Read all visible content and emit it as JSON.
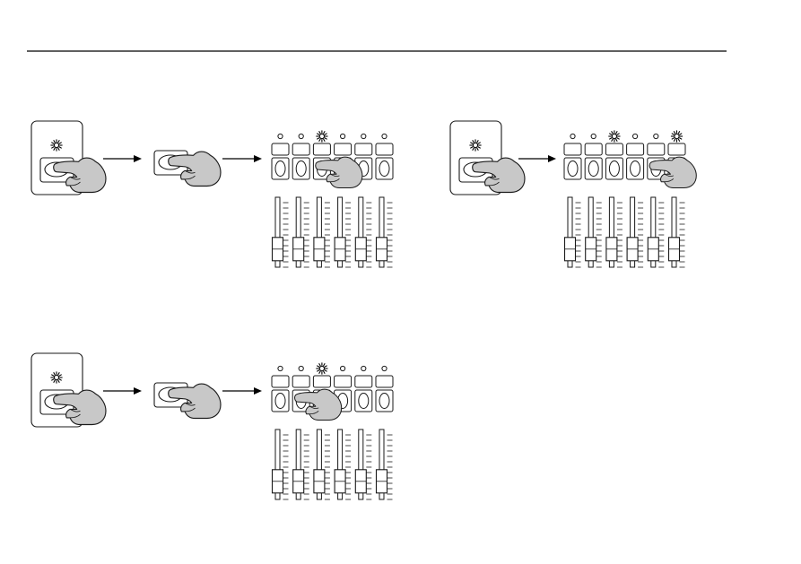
{
  "page": {
    "rule_color": "#000000"
  },
  "colors": {
    "stroke": "#1a1a1a",
    "hand_fill": "#c8c8c8",
    "panel_fill": "#ffffff",
    "glow": "#000000"
  },
  "diagrams": [
    {
      "id": "top-left",
      "steps": [
        "press-and-hold-button",
        "press-button",
        "press-channel-flash"
      ],
      "channels": 6,
      "lit_leds": [
        3
      ],
      "pressed_channel": 3,
      "fader_levels": [
        0.15,
        0.15,
        0.15,
        0.15,
        0.15,
        0.15
      ]
    },
    {
      "id": "top-right",
      "steps": [
        "press-and-hold-button",
        "press-channel-flash"
      ],
      "channels": 6,
      "lit_leds": [
        3,
        6
      ],
      "pressed_channel": 5,
      "fader_levels": [
        0.15,
        0.15,
        0.15,
        0.15,
        0.15,
        0.15
      ]
    },
    {
      "id": "bottom-left",
      "steps": [
        "press-and-hold-button",
        "press-button",
        "press-channel-flash"
      ],
      "channels": 6,
      "lit_leds": [
        3
      ],
      "pressed_channel": 2,
      "fader_levels": [
        0.15,
        0.15,
        0.15,
        0.15,
        0.15,
        0.15
      ]
    }
  ]
}
